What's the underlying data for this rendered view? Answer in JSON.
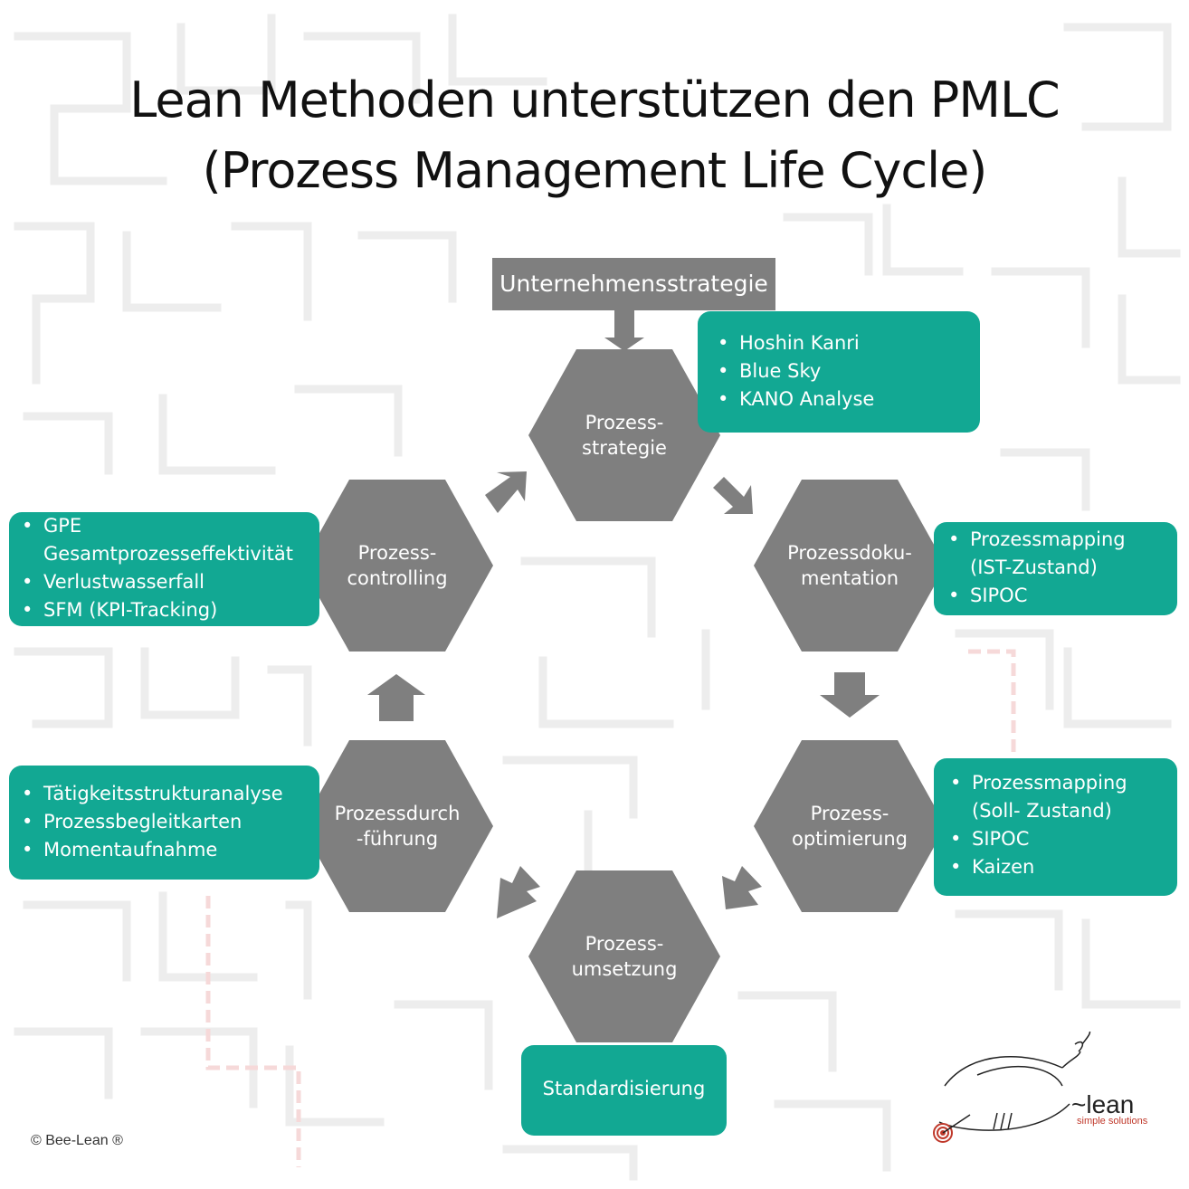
{
  "title": {
    "line1": "Lean Methoden unterstützen den PMLC",
    "line2": "(Prozess Management Life Cycle)"
  },
  "top_box": "Unternehmensstrategie",
  "hexagons": {
    "strategie": {
      "line1": "Prozess-",
      "line2": "strategie"
    },
    "dokumentation": {
      "line1": "Prozessdoku-",
      "line2": "mentation"
    },
    "optimierung": {
      "line1": "Prozess-",
      "line2": "optimierung"
    },
    "umsetzung": {
      "line1": "Prozess-",
      "line2": "umsetzung"
    },
    "durchfuehrung": {
      "line1": "Prozessdurch",
      "line2": "-führung"
    },
    "controlling": {
      "line1": "Prozess-",
      "line2": "controlling"
    }
  },
  "methods": {
    "strategie": [
      "Hoshin Kanri",
      "Blue Sky",
      "KANO Analyse"
    ],
    "dokumentation": [
      "Prozessmapping (IST-Zustand)",
      "SIPOC"
    ],
    "optimierung": [
      "Prozessmapping (Soll- Zustand)",
      "SIPOC",
      "Kaizen"
    ],
    "umsetzung": "Standardisierung",
    "durchfuehrung": [
      "Tätigkeitsstrukturanalyse",
      "Prozessbegleitkarten",
      "Momentaufnahme"
    ],
    "controlling": [
      "GPE Gesamtprozesseffektivität",
      "Verlustwasserfall",
      "SFM (KPI-Tracking)"
    ]
  },
  "footer": {
    "copyright": "© Bee-Lean ®",
    "logo_word": "~lean",
    "logo_tagline": "simple solutions"
  },
  "colors": {
    "hexagon": "#7f7f7f",
    "method_box": "#12a893",
    "maze_lines": "#ededed",
    "maze_accent": "#f6d9d9",
    "logo_red": "#c0392b"
  },
  "icons": [
    "down-arrow-icon",
    "cycle-arrow-icon",
    "bee-lean-logo"
  ]
}
